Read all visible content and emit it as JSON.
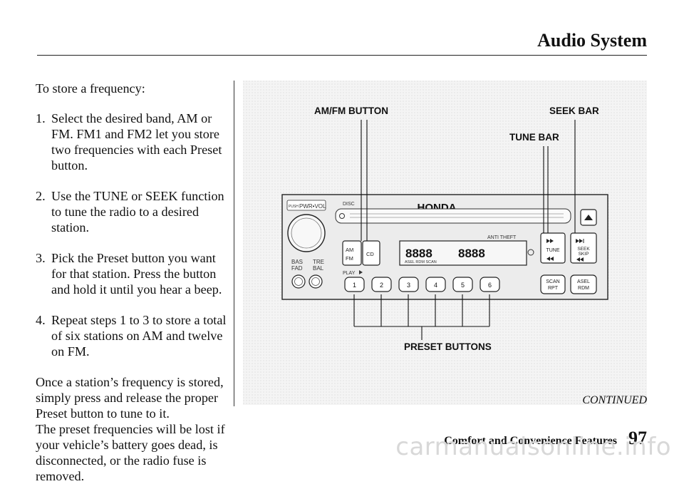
{
  "header": {
    "title": "Audio System"
  },
  "left": {
    "intro": "To store a frequency:",
    "steps": [
      {
        "num": "1.",
        "text": "Select the desired band, AM or FM. FM1 and FM2 let you store two frequencies with each Preset button."
      },
      {
        "num": "2.",
        "text": "Use the TUNE or SEEK function to tune the radio to a desired station."
      },
      {
        "num": "3.",
        "text": "Pick the Preset button you want for that station. Press the button and hold it until you hear a beep."
      },
      {
        "num": "4.",
        "text": "Repeat steps 1 to 3 to store a total of six stations on AM and twelve on FM."
      }
    ],
    "note1": "Once a station’s frequency is stored, simply press and release the proper Preset button to tune to it.",
    "note2": "The preset frequencies will be lost if your vehicle’s battery goes dead, is disconnected, or the radio fuse is removed."
  },
  "figure": {
    "callouts": {
      "amfm": "AM/FM BUTTON",
      "seek": "SEEK BAR",
      "tune": "TUNE BAR",
      "preset": "PRESET BUTTONS"
    },
    "brand": "HONDA",
    "panel": {
      "pwr": "PWR•VOL",
      "push": "PUSH",
      "disc": "DISC",
      "bas": "BAS",
      "tre": "TRE",
      "fad": "FAD",
      "bal": "BAL",
      "am": "AM",
      "fm": "FM",
      "cd": "CD",
      "play": "PLAY",
      "antitheft": "ANTI THEFT",
      "display_left": "8888",
      "display_right": "8888",
      "asel_line": "ASEL RDM SCAN",
      "presets": [
        "1",
        "2",
        "3",
        "4",
        "5",
        "6"
      ],
      "tune": "TUNE",
      "seek": "SEEK",
      "skip": "SKIP",
      "scan": "SCAN",
      "rpt": "RPT",
      "asel": "ASEL",
      "rdm": "RDM"
    }
  },
  "continued": "CONTINUED",
  "footer": {
    "section": "Comfort and Convenience Features",
    "page": "97"
  },
  "watermark": "carmanualsonline.info"
}
